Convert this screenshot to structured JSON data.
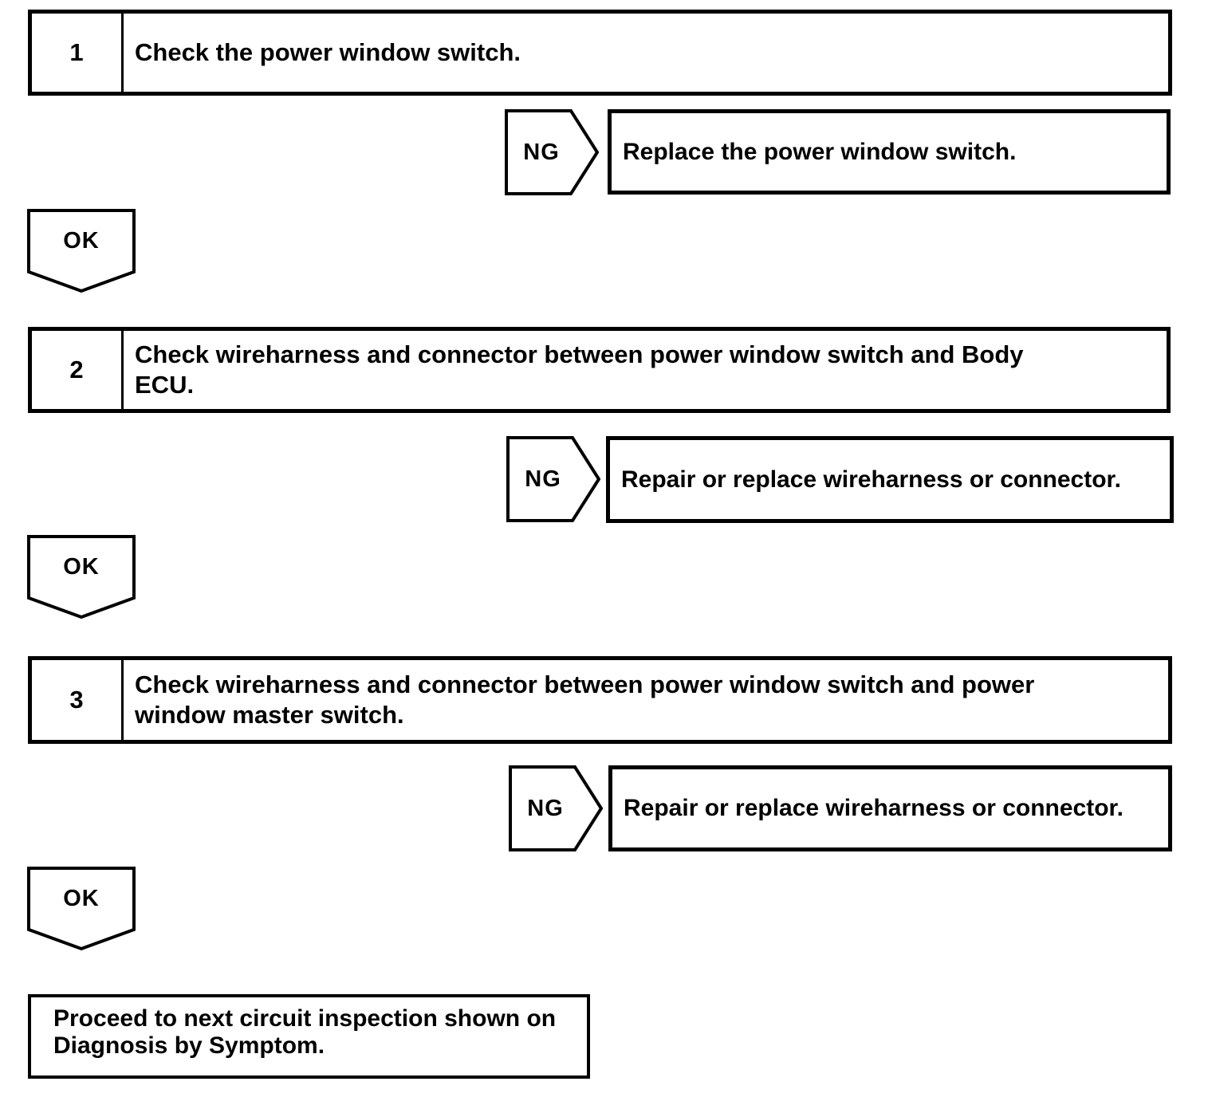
{
  "steps": [
    {
      "number": "1",
      "lines": [
        "Check the power window switch."
      ],
      "ng_label": "NG",
      "ng_result": "Replace the power window switch.",
      "ok_label": "OK"
    },
    {
      "number": "2",
      "lines": [
        "Check wireharness and connector between power window switch and Body",
        "ECU."
      ],
      "ng_label": "NG",
      "ng_result": "Repair or replace wireharness or connector.",
      "ok_label": "OK"
    },
    {
      "number": "3",
      "lines": [
        "Check wireharness and connector between power window switch and power",
        "window master switch."
      ],
      "ng_label": "NG",
      "ng_result": "Repair or replace wireharness or connector.",
      "ok_label": "OK"
    }
  ],
  "end": {
    "line1": "Proceed to next circuit inspection shown on",
    "line2": "Diagnosis by Symptom."
  },
  "colors": {
    "line": "#000000",
    "background": "#ffffff",
    "text": "#000000"
  }
}
